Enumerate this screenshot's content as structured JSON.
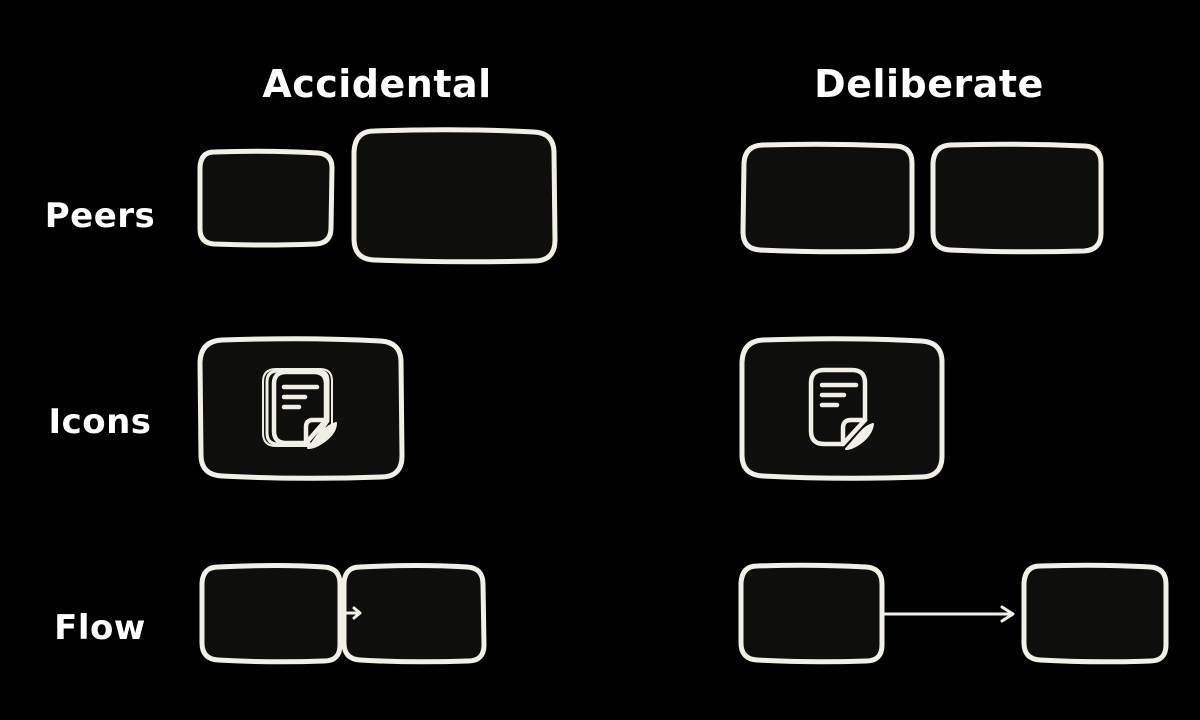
{
  "colors": {
    "background": "#000000",
    "stroke": "#f2f0e6",
    "box_fill": "#0e0e0c",
    "text": "#ffffff"
  },
  "columns": {
    "accidental": "Accidental",
    "deliberate": "Deliberate"
  },
  "rows": {
    "peers": "Peers",
    "icons": "Icons",
    "flow": "Flow"
  },
  "icons": {
    "accidental": "note-document-icon-misaligned",
    "deliberate": "note-document-icon"
  }
}
